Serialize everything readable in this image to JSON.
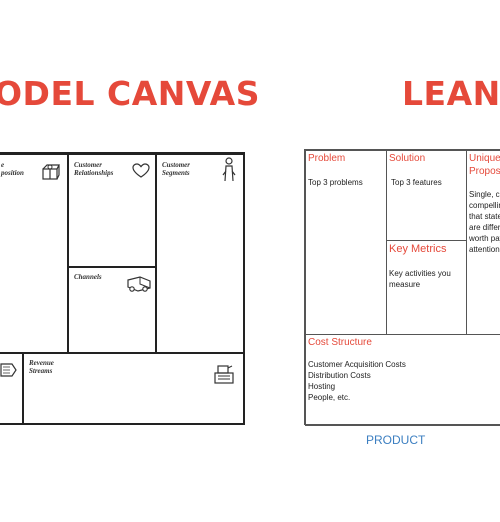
{
  "titles": {
    "bmc": "ODEL CANVAS",
    "lean": "LEAN"
  },
  "bmc": {
    "value_prop_label": "position",
    "value_prop_label_top": "e",
    "customer_relationships_label": "Customer\nRelationships",
    "customer_segments_label": "Customer\nSegments",
    "channels_label": "Channels",
    "revenue_streams_label": "Revenue\nStreams"
  },
  "lean": {
    "problem_head": "Problem",
    "problem_body": "Top 3 problems",
    "solution_head": "Solution",
    "solution_body": "Top 3 features",
    "uvp_head_1": "Unique",
    "uvp_head_2": "Proposi",
    "uvp_body": "Single, cl\ncompellin\nthat state\nare differ\nworth pay\nattention",
    "key_metrics_head": "Key Metrics",
    "key_metrics_body": "Key activities you\nmeasure",
    "cost_head": "Cost Structure",
    "cost_body": "Customer Acquisition Costs\nDistribution Costs\nHosting\nPeople, etc."
  },
  "footer": {
    "product_label": "PRODUCT"
  },
  "colors": {
    "accent": "#e5493a",
    "link_blue": "#3c7fc1"
  }
}
